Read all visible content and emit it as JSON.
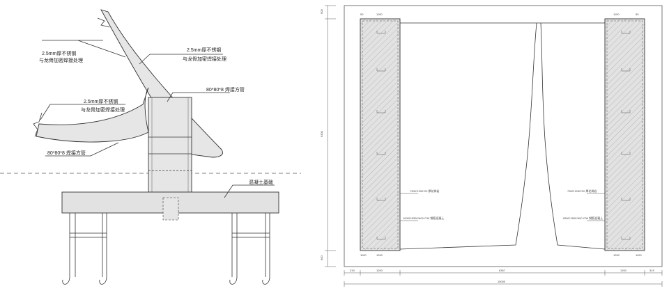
{
  "left_section": {
    "labels": {
      "steel_top_right_1": "2.5mm厚不锈钢",
      "steel_top_right_2": "与龙骨加密焊接处理",
      "steel_top_left_1": "2.5mm厚不锈钢",
      "steel_top_left_2": "与龙骨加密焊接处理",
      "steel_mid_1": "2.5mm厚不锈钢",
      "steel_mid_2": "与龙骨加密焊接处理",
      "tube_right": "80*80*8 焊接方管",
      "tube_left": "80*80*8 焊接方管",
      "foundation": "混凝土基础"
    }
  },
  "right_plan": {
    "dims_bottom_top": [
      "319",
      "1200",
      "6367",
      "1200",
      "319"
    ],
    "dim_total": "10000",
    "dims_left": [
      "600",
      "9300",
      "600"
    ],
    "callouts": {
      "left_a": "7300*1200*20 厚花岗岩",
      "left_b": "10000*8300*600 C30 钢筋混凝土",
      "right_a": "7300*1200*20 厚花岗岩",
      "right_b": "8300*1500*600 C30 钢筋混凝土"
    },
    "corner_dims": {
      "tl_a": "50",
      "tl_b": "1100",
      "tr_a": "1100",
      "tr_b": "50",
      "bl_a": "1100",
      "bl_b": "1200",
      "br_a": "1200",
      "br_b": "1100"
    }
  },
  "colors": {
    "line": "#333333",
    "fill_gray": "#e6e6e6",
    "hatch": "#9a9a9a"
  }
}
